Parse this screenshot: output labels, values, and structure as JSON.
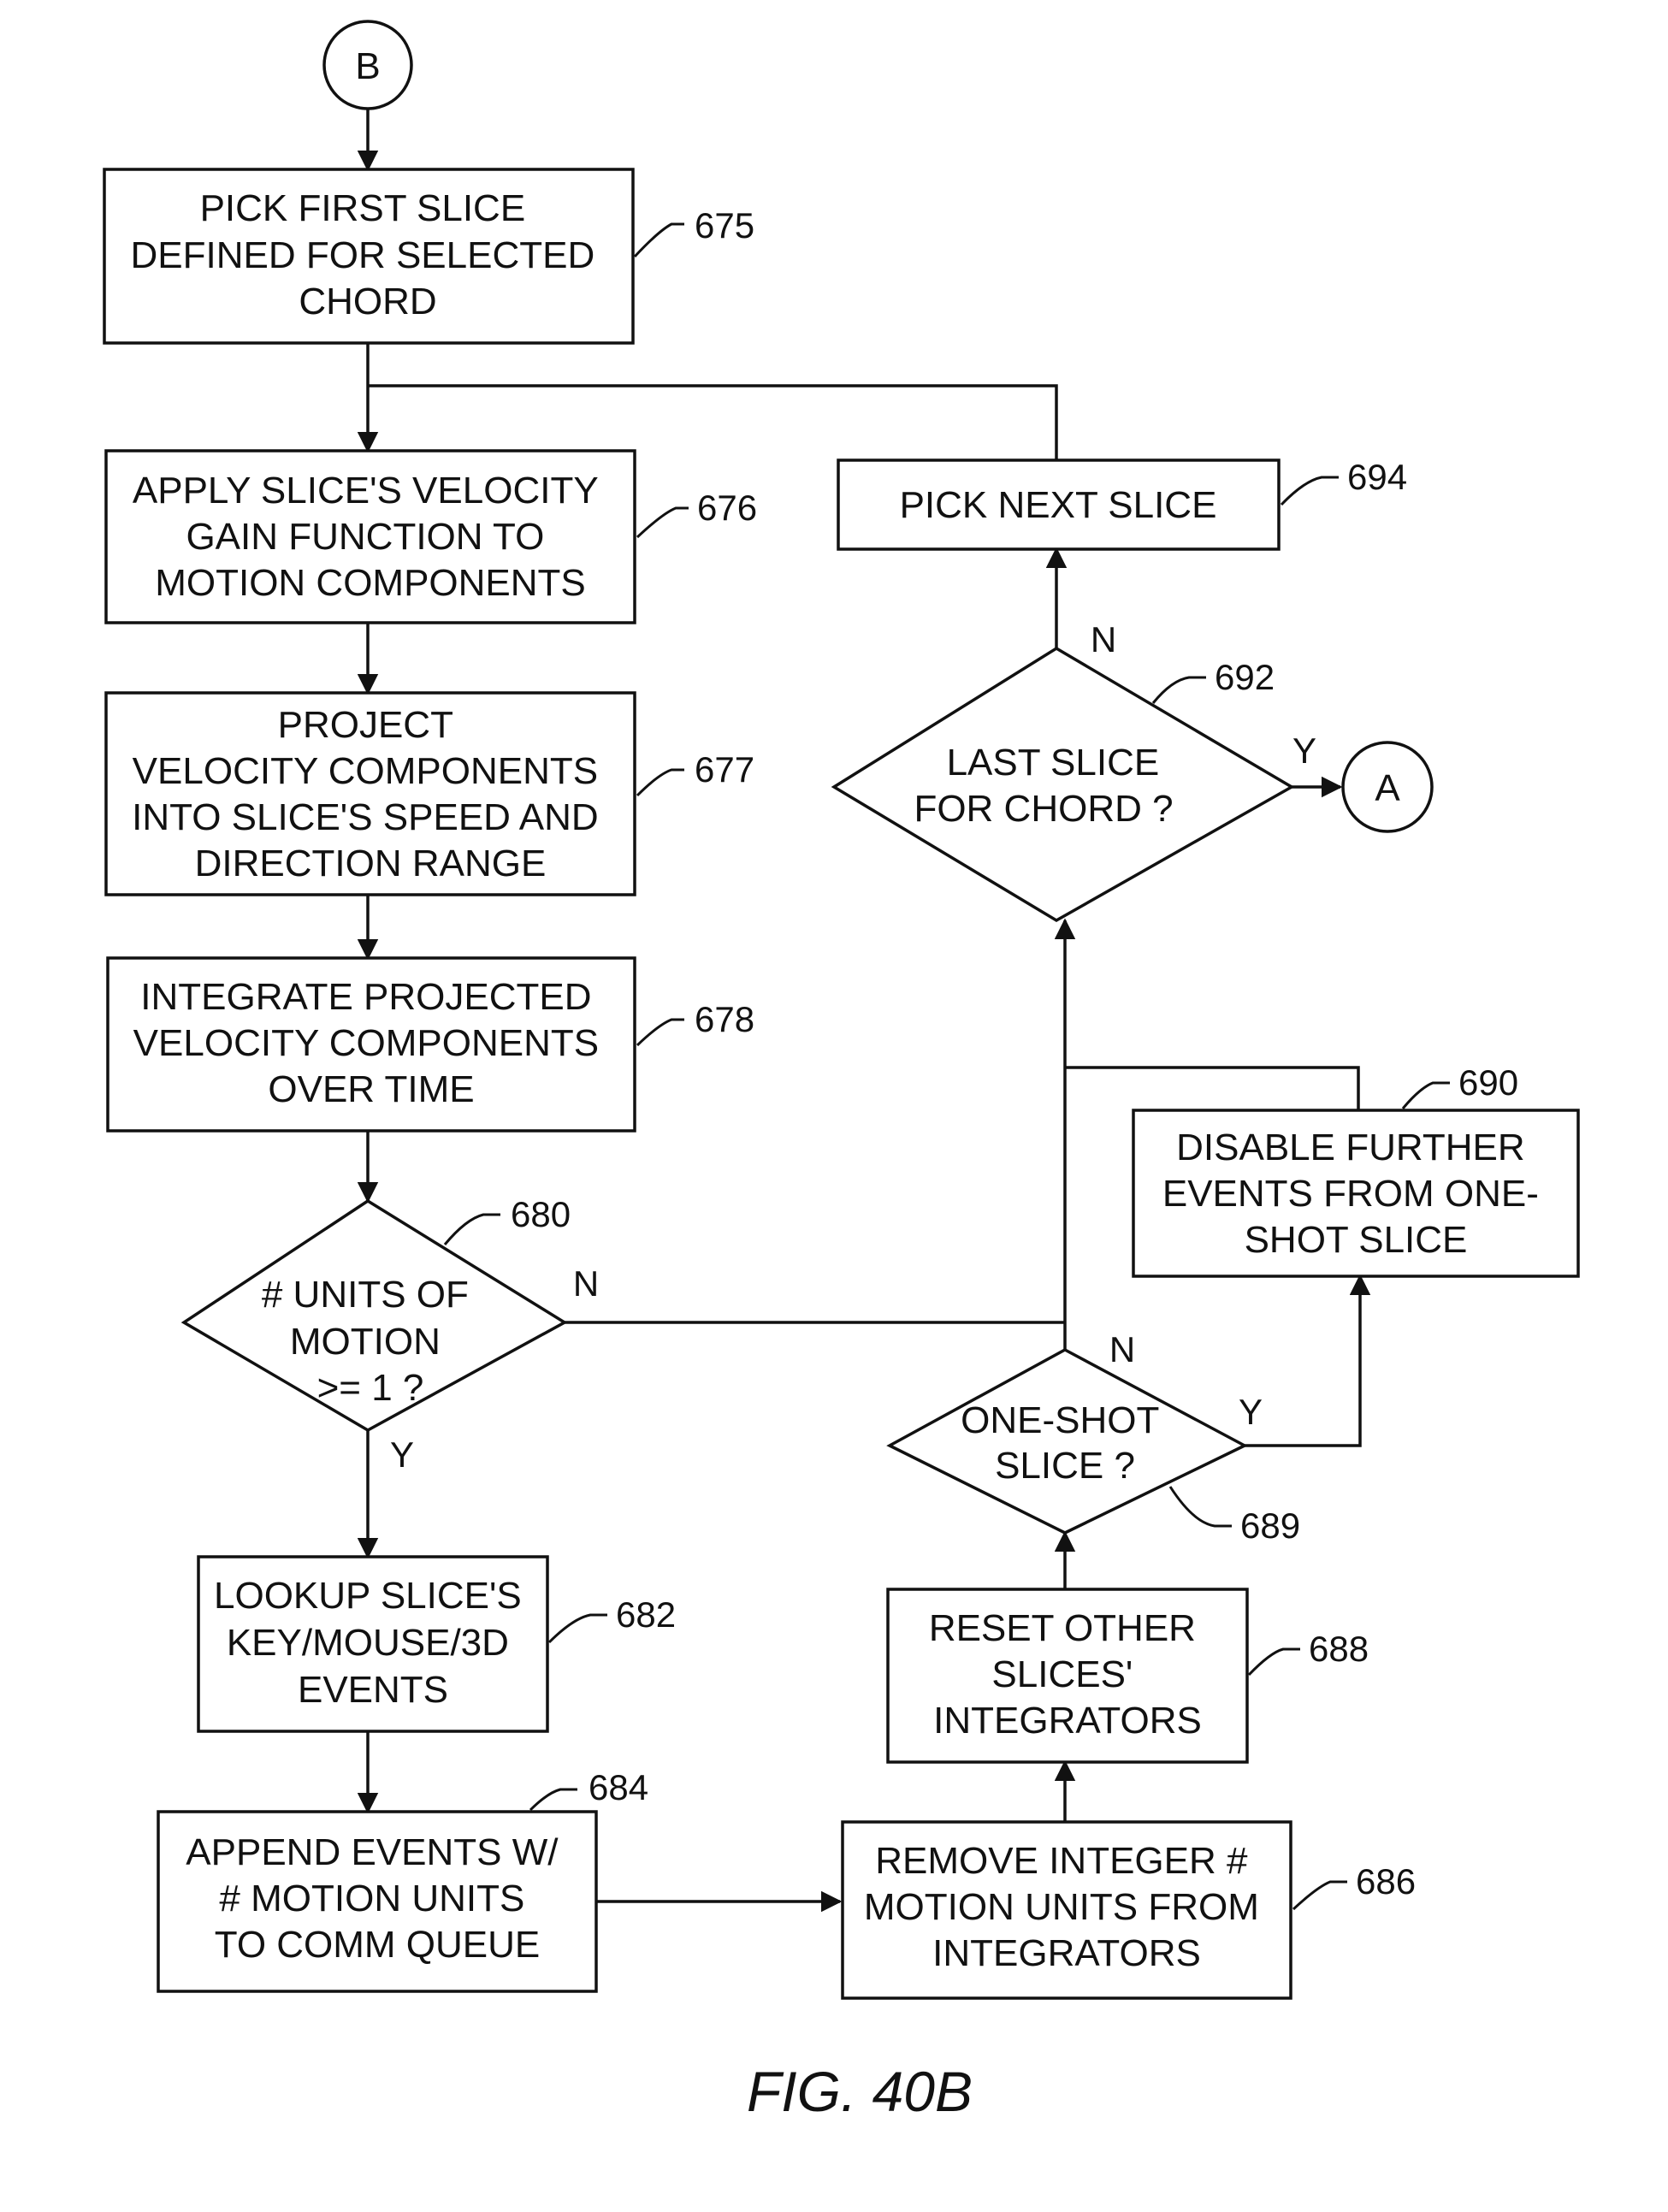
{
  "connectors": {
    "start": "B",
    "end": "A"
  },
  "steps": {
    "s675": {
      "lines": [
        "PICK FIRST SLICE",
        "DEFINED FOR SELECTED",
        "CHORD"
      ],
      "ref": "675"
    },
    "s676": {
      "lines": [
        "APPLY SLICE'S  VELOCITY",
        "GAIN FUNCTION TO",
        "MOTION COMPONENTS"
      ],
      "ref": "676"
    },
    "s677": {
      "lines": [
        "PROJECT",
        "VELOCITY COMPONENTS",
        "INTO SLICE'S SPEED AND",
        "DIRECTION RANGE"
      ],
      "ref": "677"
    },
    "s678": {
      "lines": [
        "INTEGRATE PROJECTED",
        "VELOCITY COMPONENTS",
        "OVER TIME"
      ],
      "ref": "678"
    },
    "s682": {
      "lines": [
        "LOOKUP SLICE'S",
        "KEY/MOUSE/3D",
        "EVENTS"
      ],
      "ref": "682"
    },
    "s684": {
      "lines": [
        "APPEND EVENTS  W/",
        "# MOTION UNITS",
        "TO COMM QUEUE"
      ],
      "ref": "684"
    },
    "s686": {
      "lines": [
        "REMOVE INTEGER #",
        "MOTION UNITS FROM",
        "INTEGRATORS"
      ],
      "ref": "686"
    },
    "s688": {
      "lines": [
        "RESET OTHER",
        "SLICES'",
        "INTEGRATORS"
      ],
      "ref": "688"
    },
    "s690": {
      "lines": [
        "DISABLE FURTHER",
        "EVENTS FROM ONE-",
        "SHOT SLICE"
      ],
      "ref": "690"
    },
    "s694": {
      "lines": [
        "PICK NEXT SLICE"
      ],
      "ref": "694"
    }
  },
  "decisions": {
    "d680": {
      "lines": [
        "# UNITS OF",
        "MOTION",
        ">= 1 ?"
      ],
      "ref": "680",
      "yes": "Y",
      "no": "N"
    },
    "d689": {
      "lines": [
        "ONE-SHOT",
        "SLICE ?"
      ],
      "ref": "689",
      "yes": "Y",
      "no": "N"
    },
    "d692": {
      "lines": [
        "LAST SLICE",
        "FOR CHORD ?"
      ],
      "ref": "692",
      "yes": "Y",
      "no": "N"
    }
  },
  "caption": "FIG. 40B"
}
